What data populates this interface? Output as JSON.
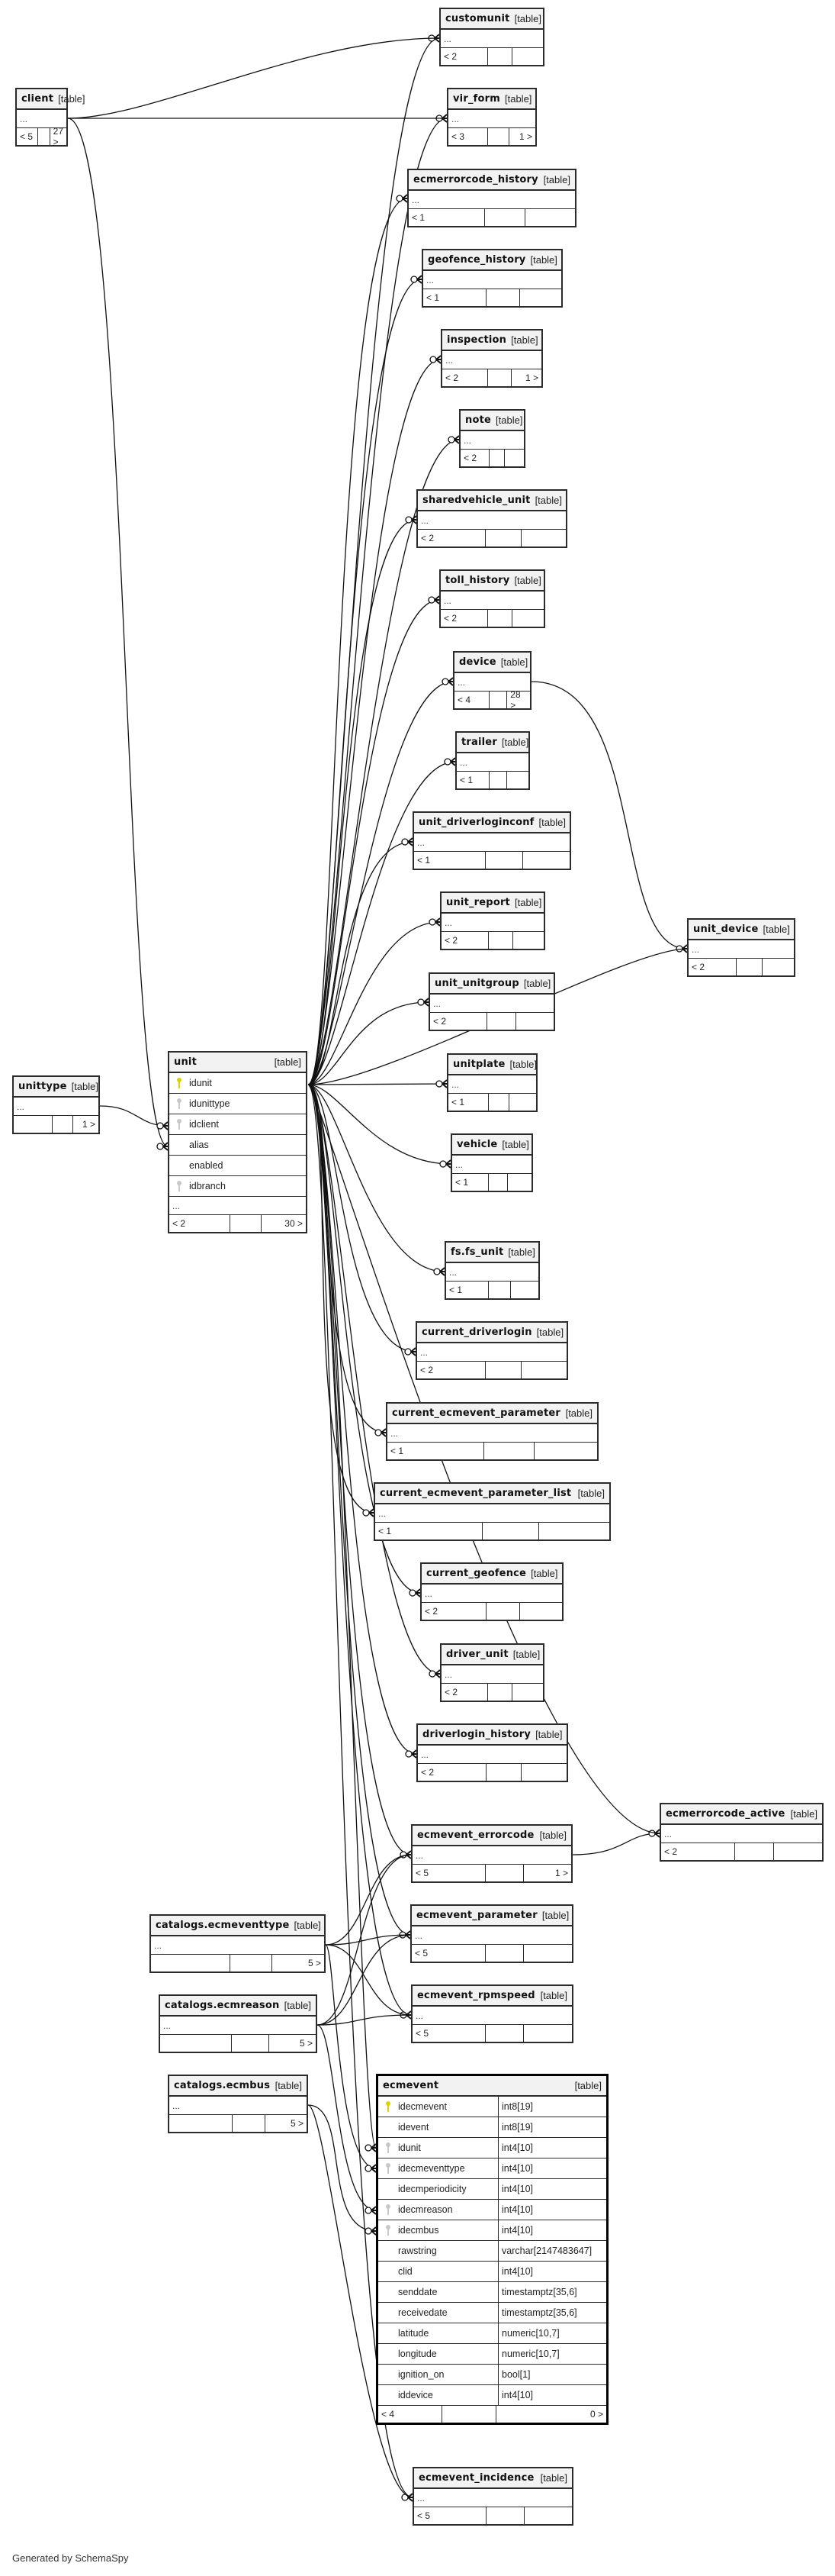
{
  "footer": "Generated by SchemaSpy",
  "kind_label": "[table]",
  "ellipsis": "...",
  "tables": {
    "customunit": {
      "name": "customunit",
      "foot": [
        "< 2",
        "",
        ""
      ]
    },
    "vir_form": {
      "name": "vir_form",
      "foot": [
        "< 3",
        "",
        "1 >"
      ]
    },
    "ecmerrorcode_history": {
      "name": "ecmerrorcode_history",
      "foot": [
        "< 1",
        "",
        ""
      ]
    },
    "geofence_history": {
      "name": "geofence_history",
      "foot": [
        "< 1",
        "",
        ""
      ]
    },
    "inspection": {
      "name": "inspection",
      "foot": [
        "< 2",
        "",
        "1 >"
      ]
    },
    "note": {
      "name": "note",
      "foot": [
        "< 2",
        "",
        ""
      ]
    },
    "sharedvehicle_unit": {
      "name": "sharedvehicle_unit",
      "foot": [
        "< 2",
        "",
        ""
      ]
    },
    "toll_history": {
      "name": "toll_history",
      "foot": [
        "< 2",
        "",
        ""
      ]
    },
    "device": {
      "name": "device",
      "foot": [
        "< 4",
        "",
        "28 >"
      ]
    },
    "trailer": {
      "name": "trailer",
      "foot": [
        "< 1",
        "",
        ""
      ]
    },
    "unit_driverloginconf": {
      "name": "unit_driverloginconf",
      "foot": [
        "< 1",
        "",
        ""
      ]
    },
    "unit_report": {
      "name": "unit_report",
      "foot": [
        "< 2",
        "",
        ""
      ]
    },
    "unit_unitgroup": {
      "name": "unit_unitgroup",
      "foot": [
        "< 2",
        "",
        ""
      ]
    },
    "unitplate": {
      "name": "unitplate",
      "foot": [
        "< 1",
        "",
        ""
      ]
    },
    "vehicle": {
      "name": "vehicle",
      "foot": [
        "< 1",
        "",
        ""
      ]
    },
    "fs_fs_unit": {
      "name": "fs.fs_unit",
      "foot": [
        "< 1",
        "",
        ""
      ]
    },
    "current_driverlogin": {
      "name": "current_driverlogin",
      "foot": [
        "< 2",
        "",
        ""
      ]
    },
    "current_ecmevent_parameter": {
      "name": "current_ecmevent_parameter",
      "foot": [
        "< 1",
        "",
        ""
      ]
    },
    "current_ecmevent_parameter_list": {
      "name": "current_ecmevent_parameter_list",
      "foot": [
        "< 1",
        "",
        ""
      ]
    },
    "current_geofence": {
      "name": "current_geofence",
      "foot": [
        "< 2",
        "",
        ""
      ]
    },
    "driver_unit": {
      "name": "driver_unit",
      "foot": [
        "< 2",
        "",
        ""
      ]
    },
    "driverlogin_history": {
      "name": "driverlogin_history",
      "foot": [
        "< 2",
        "",
        ""
      ]
    },
    "ecmevent_errorcode": {
      "name": "ecmevent_errorcode",
      "foot": [
        "< 5",
        "",
        "1 >"
      ]
    },
    "ecmevent_parameter": {
      "name": "ecmevent_parameter",
      "foot": [
        "< 5",
        "",
        ""
      ]
    },
    "ecmevent_rpmspeed": {
      "name": "ecmevent_rpmspeed",
      "foot": [
        "< 5",
        "",
        ""
      ]
    },
    "ecmevent_incidence": {
      "name": "ecmevent_incidence",
      "foot": [
        "< 5",
        "",
        ""
      ]
    },
    "unit_device": {
      "name": "unit_device",
      "foot": [
        "< 2",
        "",
        ""
      ]
    },
    "ecmerrorcode_active": {
      "name": "ecmerrorcode_active",
      "foot": [
        "< 2",
        "",
        ""
      ]
    },
    "client": {
      "name": "client",
      "foot": [
        "< 5",
        "",
        "27 >"
      ]
    },
    "unittype": {
      "name": "unittype",
      "foot": [
        "",
        "",
        "1 >"
      ]
    },
    "catalogs_ecmeventtype": {
      "name": "catalogs.ecmeventtype",
      "foot": [
        "",
        "",
        "5 >"
      ]
    },
    "catalogs_ecmreason": {
      "name": "catalogs.ecmreason",
      "foot": [
        "",
        "",
        "5 >"
      ]
    },
    "catalogs_ecmbus": {
      "name": "catalogs.ecmbus",
      "foot": [
        "",
        "",
        "5 >"
      ]
    }
  },
  "unit": {
    "name": "unit",
    "columns": [
      {
        "name": "idunit",
        "key": "pk"
      },
      {
        "name": "idunittype",
        "key": "fk"
      },
      {
        "name": "idclient",
        "key": "fk"
      },
      {
        "name": "alias",
        "key": ""
      },
      {
        "name": "enabled",
        "key": ""
      },
      {
        "name": "idbranch",
        "key": "fk"
      }
    ],
    "foot": [
      "< 2",
      "",
      "30 >"
    ]
  },
  "ecmevent": {
    "name": "ecmevent",
    "columns": [
      {
        "name": "idecmevent",
        "type": "int8[19]",
        "key": "pk"
      },
      {
        "name": "idevent",
        "type": "int8[19]",
        "key": ""
      },
      {
        "name": "idunit",
        "type": "int4[10]",
        "key": "fk"
      },
      {
        "name": "idecmeventtype",
        "type": "int4[10]",
        "key": "fk"
      },
      {
        "name": "idecmperiodicity",
        "type": "int4[10]",
        "key": ""
      },
      {
        "name": "idecmreason",
        "type": "int4[10]",
        "key": "fk"
      },
      {
        "name": "idecmbus",
        "type": "int4[10]",
        "key": "fk"
      },
      {
        "name": "rawstring",
        "type": "varchar[2147483647]",
        "key": ""
      },
      {
        "name": "clid",
        "type": "int4[10]",
        "key": ""
      },
      {
        "name": "senddate",
        "type": "timestamptz[35,6]",
        "key": ""
      },
      {
        "name": "receivedate",
        "type": "timestamptz[35,6]",
        "key": ""
      },
      {
        "name": "latitude",
        "type": "numeric[10,7]",
        "key": ""
      },
      {
        "name": "longitude",
        "type": "numeric[10,7]",
        "key": ""
      },
      {
        "name": "ignition_on",
        "type": "bool[1]",
        "key": ""
      },
      {
        "name": "iddevice",
        "type": "int4[10]",
        "key": ""
      }
    ],
    "foot": [
      "< 4",
      "",
      "0 >"
    ]
  }
}
